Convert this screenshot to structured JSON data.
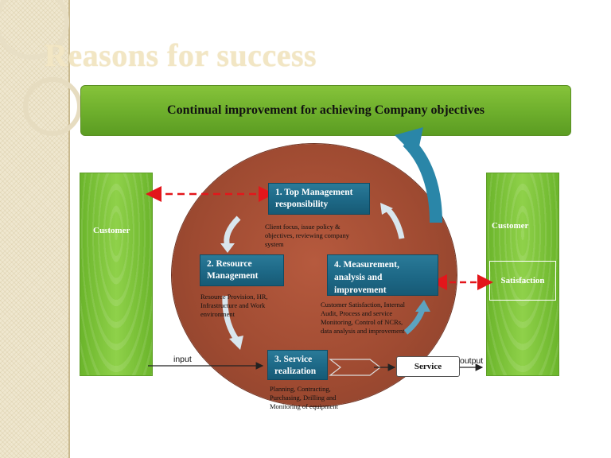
{
  "title": "Reasons for success",
  "banner": "Continual improvement for achieving Company objectives",
  "left_customer": "Customer",
  "right_customer": "Customer",
  "right_satisfaction": "Satisfaction",
  "process": {
    "top_mgmt": {
      "line1": "1. Top Management",
      "line2": "responsibility",
      "desc1": "Client focus, issue policy &",
      "desc2": "objectives, reviewing company",
      "desc3": "system"
    },
    "resource": {
      "line1": "2. Resource",
      "line2": "Management",
      "desc1": "Resource Provision, HR,",
      "desc2": "Infrastructure and Work",
      "desc3": "environment"
    },
    "service_real": {
      "line1": "3. Service",
      "line2": "realization",
      "desc1": "Planning, Contracting,",
      "desc2": "Purchasing, Drilling and",
      "desc3": "Monitoring of equipment"
    },
    "measurement": {
      "line1": "4. Measurement,",
      "line2": "analysis and",
      "line3": "improvement",
      "desc1": "Customer Satisfaction, Internal",
      "desc2": "Audit, Process and service",
      "desc3": "Monitoring, Control of NCRs,",
      "desc4": "data analysis and improvement"
    }
  },
  "input_label": "input",
  "output_label": "output",
  "service_box": "Service",
  "colors": {
    "green": "#6fb02d",
    "blue_box": "#1d6886",
    "circle": "#9e4a31",
    "arrow_red": "#e3161b",
    "arrow_blue": "#2a86a8"
  },
  "icons": [
    "dashed-double-arrow",
    "cycle-arrow",
    "up-curve-arrow",
    "chevron-arrow"
  ]
}
